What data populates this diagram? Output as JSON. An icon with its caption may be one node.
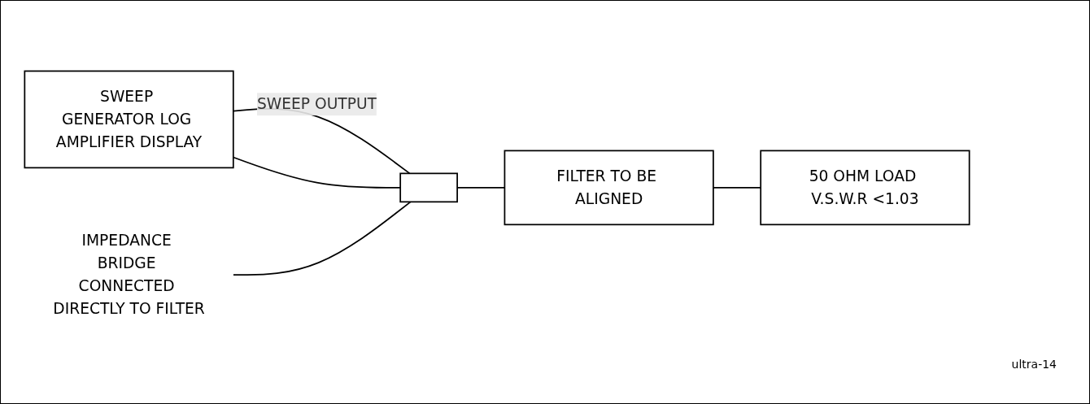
{
  "diagram": {
    "nodes": [
      {
        "text": [
          "SWEEP GENERATOR LOG AMPLIFIER DISPLAY"
        ]
      },
      {
        "text": [],
        "shape": "box"
      },
      {
        "text": [
          "FILTER TO BE ALIGNED"
        ]
      },
      {
        "text": [
          "50 OHM LOAD V.S.W.R <1.03"
        ]
      },
      {
        "text": [
          "IMPEDANCE BRIDGE CONNECTED DIRECTLY TO FILTER"
        ]
      }
    ],
    "edges": [
      {
        "from": 0,
        "to": 1,
        "arrow": "none",
        "label": "SWEEP OUTPUT"
      },
      {
        "from": 0,
        "to": 1,
        "arrow": "none"
      },
      {
        "from": 1,
        "to": 2,
        "arrow": "none"
      },
      {
        "from": 2,
        "to": 3,
        "arrow": "none"
      },
      {
        "from": 4,
        "to": 1,
        "arrow": "none"
      }
    ],
    "labels": [
      "ultra-14"
    ]
  }
}
